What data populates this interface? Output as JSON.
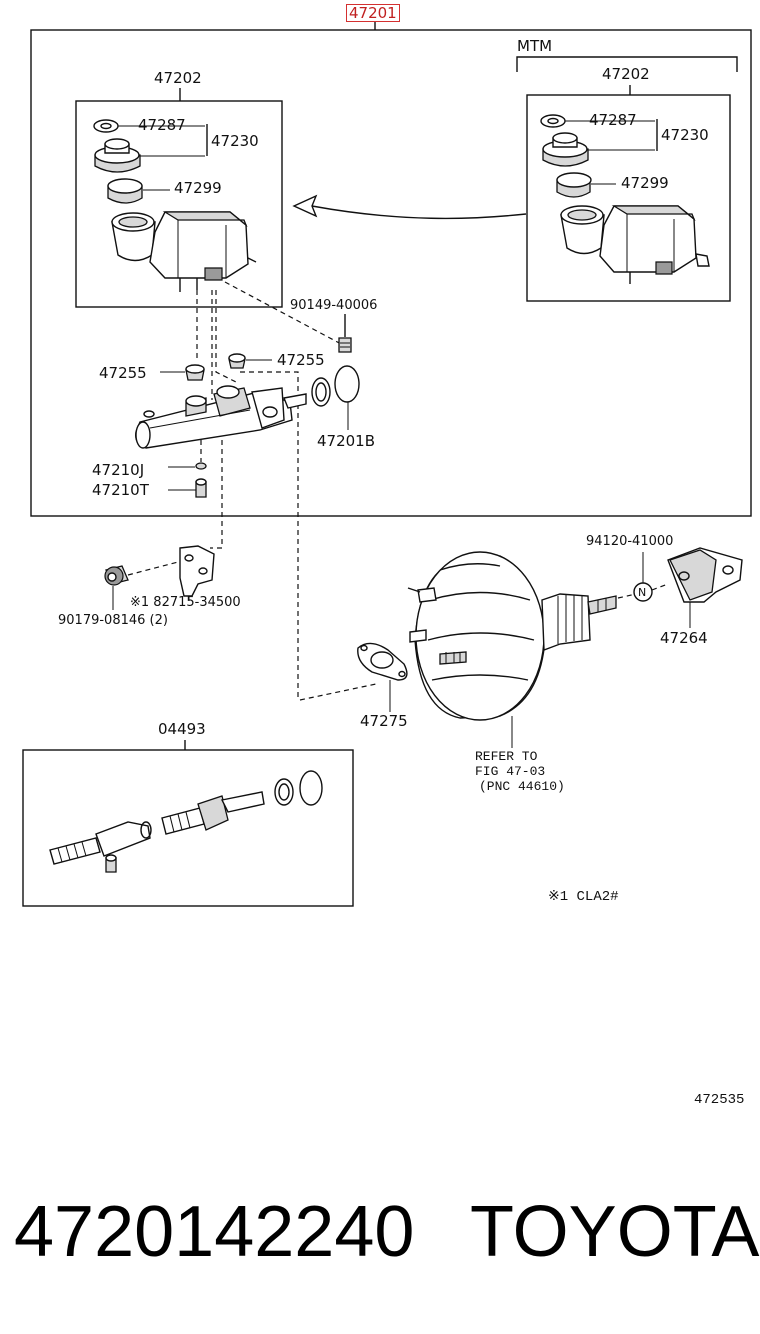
{
  "header": {
    "main_assembly": "47201"
  },
  "variant": {
    "label": "MTM"
  },
  "reservoir_left": {
    "assembly": "47202",
    "cap_group": "47230",
    "gasket": "47287",
    "strainer": "47299"
  },
  "reservoir_right": {
    "assembly": "47202",
    "cap_group": "47230",
    "gasket": "47287",
    "strainer": "47299"
  },
  "parts": {
    "screw": "90149-40006",
    "grommet_left": "47255",
    "grommet_right": "47255",
    "o_ring": "47201B",
    "plug_j": "47210J",
    "plug_t": "47210T",
    "nut": "90179-08146 (2)",
    "bracket": "※1 82715-34500",
    "clevis_nut": "94120-41000",
    "circle_marker": "N",
    "clevis": "47264",
    "booster_gasket": "47275",
    "kit": "04493"
  },
  "booster_note": [
    "REFER TO",
    "FIG 47-03",
    "(PNC 44610)"
  ],
  "footnote": "※1  CLA2#",
  "diagram_id": "472535",
  "footer": {
    "part_number": "4720142240",
    "brand": "TOYOTA"
  }
}
